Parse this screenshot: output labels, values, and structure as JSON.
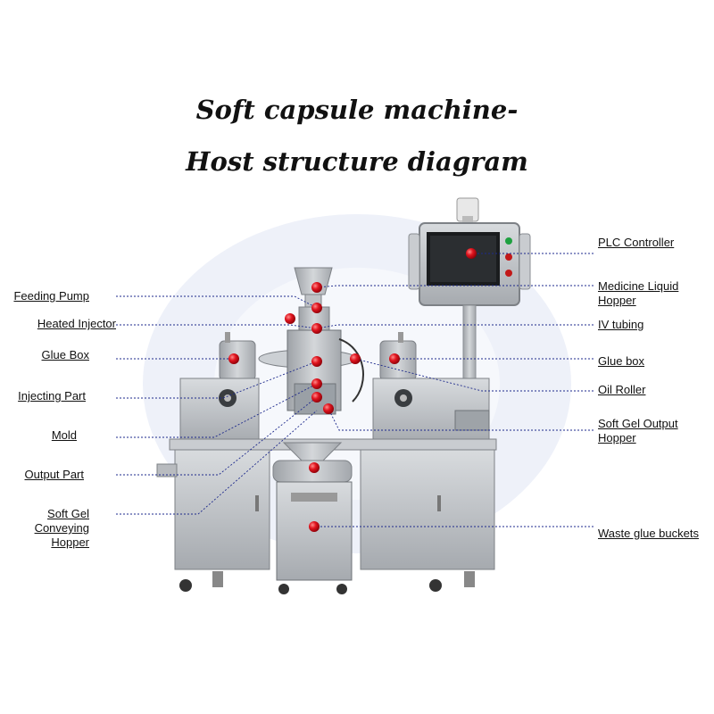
{
  "title": {
    "line1": "Soft capsule machine-",
    "line2": "Host structure diagram"
  },
  "colors": {
    "marker": "#e0141e",
    "leader": "#1e2a8c",
    "steel": "#b9bcc0",
    "watermark": "#eef1f9"
  },
  "labels_left": [
    {
      "id": "feeding-pump",
      "text": "Feeding Pump"
    },
    {
      "id": "heated-injector",
      "text": "Heated Injector"
    },
    {
      "id": "glue-box-left",
      "text": "Glue Box"
    },
    {
      "id": "injecting-part",
      "text": "Injecting Part"
    },
    {
      "id": "mold",
      "text": "Mold"
    },
    {
      "id": "output-part",
      "text": "Output Part"
    },
    {
      "id": "soft-gel-conveying-hopper",
      "text": "Soft Gel Conveying Hopper"
    }
  ],
  "labels_right": [
    {
      "id": "plc-controller",
      "text": "PLC Controller"
    },
    {
      "id": "medicine-liquid-hopper",
      "text": "Medicine Liquid Hopper"
    },
    {
      "id": "iv-tubing",
      "text": "IV tubing"
    },
    {
      "id": "glue-box-right",
      "text": "Glue box"
    },
    {
      "id": "oil-roller",
      "text": "Oil Roller"
    },
    {
      "id": "soft-gel-output-hopper",
      "text": "Soft Gel Output Hopper"
    },
    {
      "id": "waste-glue-buckets",
      "text": "Waste glue buckets"
    }
  ]
}
